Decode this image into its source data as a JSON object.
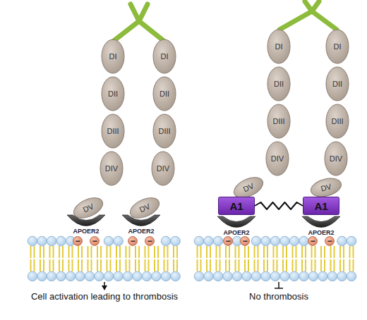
{
  "diagram": {
    "nodes": [
      {
        "text": [
          "DI"
        ]
      },
      {
        "text": [
          "DII"
        ]
      },
      {
        "text": [
          "DIII"
        ]
      },
      {
        "text": [
          "DIV"
        ]
      },
      {
        "text": [
          "DV"
        ]
      },
      {
        "text": [
          "DI"
        ]
      },
      {
        "text": [
          "DII"
        ]
      },
      {
        "text": [
          "DIII"
        ]
      },
      {
        "text": [
          "DIV"
        ]
      },
      {
        "text": [
          "DV"
        ]
      },
      {
        "text": [
          "APOER2"
        ]
      },
      {
        "text": [
          "−"
        ]
      },
      {
        "text": [
          "−"
        ]
      },
      {
        "text": [
          "APOER2"
        ]
      },
      {
        "text": [
          "−"
        ]
      },
      {
        "text": [
          "−"
        ]
      },
      {
        "text": [
          "DI"
        ]
      },
      {
        "text": [
          "DII"
        ]
      },
      {
        "text": [
          "DIII"
        ]
      },
      {
        "text": [
          "DIV"
        ]
      },
      {
        "text": [
          "DV"
        ]
      },
      {
        "text": [
          "DI"
        ]
      },
      {
        "text": [
          "DII"
        ]
      },
      {
        "text": [
          "DIII"
        ]
      },
      {
        "text": [
          "DIV"
        ]
      },
      {
        "text": [
          "DV"
        ]
      },
      {
        "text": [
          "A1"
        ]
      },
      {
        "text": [
          "A1"
        ]
      },
      {
        "text": [
          "APOER2"
        ]
      },
      {
        "text": [
          "−"
        ]
      },
      {
        "text": [
          "−"
        ]
      },
      {
        "text": [
          "APOER2"
        ]
      },
      {
        "text": [
          "−"
        ]
      },
      {
        "text": [
          "−"
        ]
      }
    ],
    "edges": [
      {
        "from": 26,
        "to": 27,
        "arrow": "none"
      }
    ],
    "labels": [
      "Cell activation leading to thrombosis",
      "No thrombosis"
    ]
  }
}
